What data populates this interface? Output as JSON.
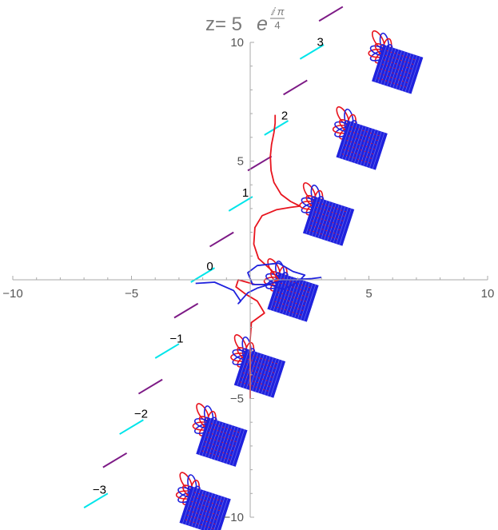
{
  "chart_data": {
    "type": "line",
    "title_prefix": "z= 5 ",
    "title_base": "e",
    "title_exp_num": "ⅈ π",
    "title_exp_den": "4",
    "xlim": [
      -10,
      10
    ],
    "ylim": [
      -10,
      10
    ],
    "x_ticks": [
      -10,
      -5,
      5,
      10
    ],
    "x_tick_labels": [
      "−10",
      "−5",
      "5",
      "10"
    ],
    "y_ticks": [
      10,
      5,
      -5,
      -10
    ],
    "y_tick_labels": [
      "10",
      "5",
      "−5",
      "−10"
    ],
    "grid": false,
    "colors": {
      "red": "#e8141e",
      "blue": "#1f22dd",
      "cyan": "#00e5ea",
      "purple": "#7d1a86",
      "axis": "#aaaaaa"
    },
    "segment_labels": [
      "−3",
      "−2",
      "−1",
      "0",
      "1",
      "2",
      "3"
    ],
    "segment_label_pos": [
      [
        -6.35,
        -9.0
      ],
      [
        -4.6,
        -5.8
      ],
      [
        -3.1,
        -2.65
      ],
      [
        -1.7,
        0.4
      ],
      [
        -0.2,
        3.5
      ],
      [
        1.45,
        6.75
      ],
      [
        2.95,
        9.85
      ]
    ],
    "cyan_segments": [
      [
        [
          -7.0,
          -9.6
        ],
        [
          -6.0,
          -9.0
        ]
      ],
      [
        [
          -5.5,
          -6.5
        ],
        [
          -4.5,
          -5.9
        ]
      ],
      [
        [
          -4.0,
          -3.3
        ],
        [
          -3.0,
          -2.7
        ]
      ],
      [
        [
          -2.5,
          -0.1
        ],
        [
          -1.5,
          0.5
        ]
      ],
      [
        [
          -0.9,
          2.9
        ],
        [
          0.1,
          3.5
        ]
      ],
      [
        [
          0.6,
          6.1
        ],
        [
          1.6,
          6.7
        ]
      ],
      [
        [
          2.1,
          9.3
        ],
        [
          3.1,
          9.9
        ]
      ]
    ],
    "purple_segments": [
      [
        [
          -6.2,
          -7.9
        ],
        [
          -5.2,
          -7.3
        ]
      ],
      [
        [
          -4.7,
          -4.8
        ],
        [
          -3.7,
          -4.2
        ]
      ],
      [
        [
          -3.2,
          -1.6
        ],
        [
          -2.2,
          -1.0
        ]
      ],
      [
        [
          -1.7,
          1.4
        ],
        [
          -0.7,
          2.0
        ]
      ],
      [
        [
          -0.1,
          4.6
        ],
        [
          0.9,
          5.2
        ]
      ],
      [
        [
          1.4,
          7.8
        ],
        [
          2.4,
          8.4
        ]
      ],
      [
        [
          2.9,
          10.9
        ],
        [
          3.9,
          11.5
        ]
      ]
    ],
    "blobs": [
      [
        -2.1,
        -9.6
      ],
      [
        -1.4,
        -6.7
      ],
      [
        0.2,
        -3.8
      ],
      [
        1.6,
        -0.6
      ],
      [
        3.1,
        2.6
      ],
      [
        4.5,
        5.8
      ],
      [
        6.0,
        9.0
      ]
    ],
    "red_curve": [
      [
        1.05,
        6.95
      ],
      [
        1.05,
        6.6
      ],
      [
        1.0,
        6.2
      ],
      [
        0.9,
        5.7
      ],
      [
        0.85,
        5.2
      ],
      [
        0.88,
        4.6
      ],
      [
        1.0,
        4.1
      ],
      [
        1.3,
        3.6
      ],
      [
        1.7,
        3.3
      ],
      [
        2.1,
        3.1
      ],
      [
        1.7,
        3.05
      ],
      [
        1.1,
        2.95
      ],
      [
        0.5,
        2.7
      ],
      [
        0.2,
        2.2
      ],
      [
        0.15,
        1.5
      ],
      [
        0.35,
        0.9
      ],
      [
        0.9,
        0.4
      ],
      [
        1.2,
        0.0
      ],
      [
        0.8,
        -0.2
      ],
      [
        0.2,
        -0.2
      ],
      [
        -0.5,
        0.0
      ],
      [
        -0.6,
        -0.3
      ],
      [
        -0.2,
        -0.6
      ],
      [
        0.3,
        -0.9
      ],
      [
        0.6,
        -1.4
      ],
      [
        0.05,
        -1.8
      ],
      [
        0.0,
        -2.5
      ],
      [
        0.0,
        -3.5
      ],
      [
        0.0,
        -4.5
      ],
      [
        0.0,
        -5.0
      ]
    ],
    "blue_curve": [
      [
        -2.3,
        -0.15
      ],
      [
        -1.5,
        -0.1
      ],
      [
        -0.7,
        -0.45
      ],
      [
        -0.4,
        -0.9
      ],
      [
        -0.5,
        -1.0
      ],
      [
        -0.1,
        -0.55
      ],
      [
        0.3,
        -0.35
      ],
      [
        0.8,
        -0.2
      ],
      [
        1.4,
        -0.4
      ],
      [
        2.0,
        -0.1
      ],
      [
        2.3,
        0.2
      ],
      [
        1.8,
        0.35
      ],
      [
        1.2,
        0.7
      ],
      [
        0.3,
        0.6
      ],
      [
        -0.1,
        0.3
      ],
      [
        0.1,
        -0.2
      ],
      [
        0.6,
        -0.2
      ],
      [
        1.6,
        0.0
      ],
      [
        2.6,
        0.05
      ],
      [
        3.0,
        0.1
      ]
    ]
  }
}
